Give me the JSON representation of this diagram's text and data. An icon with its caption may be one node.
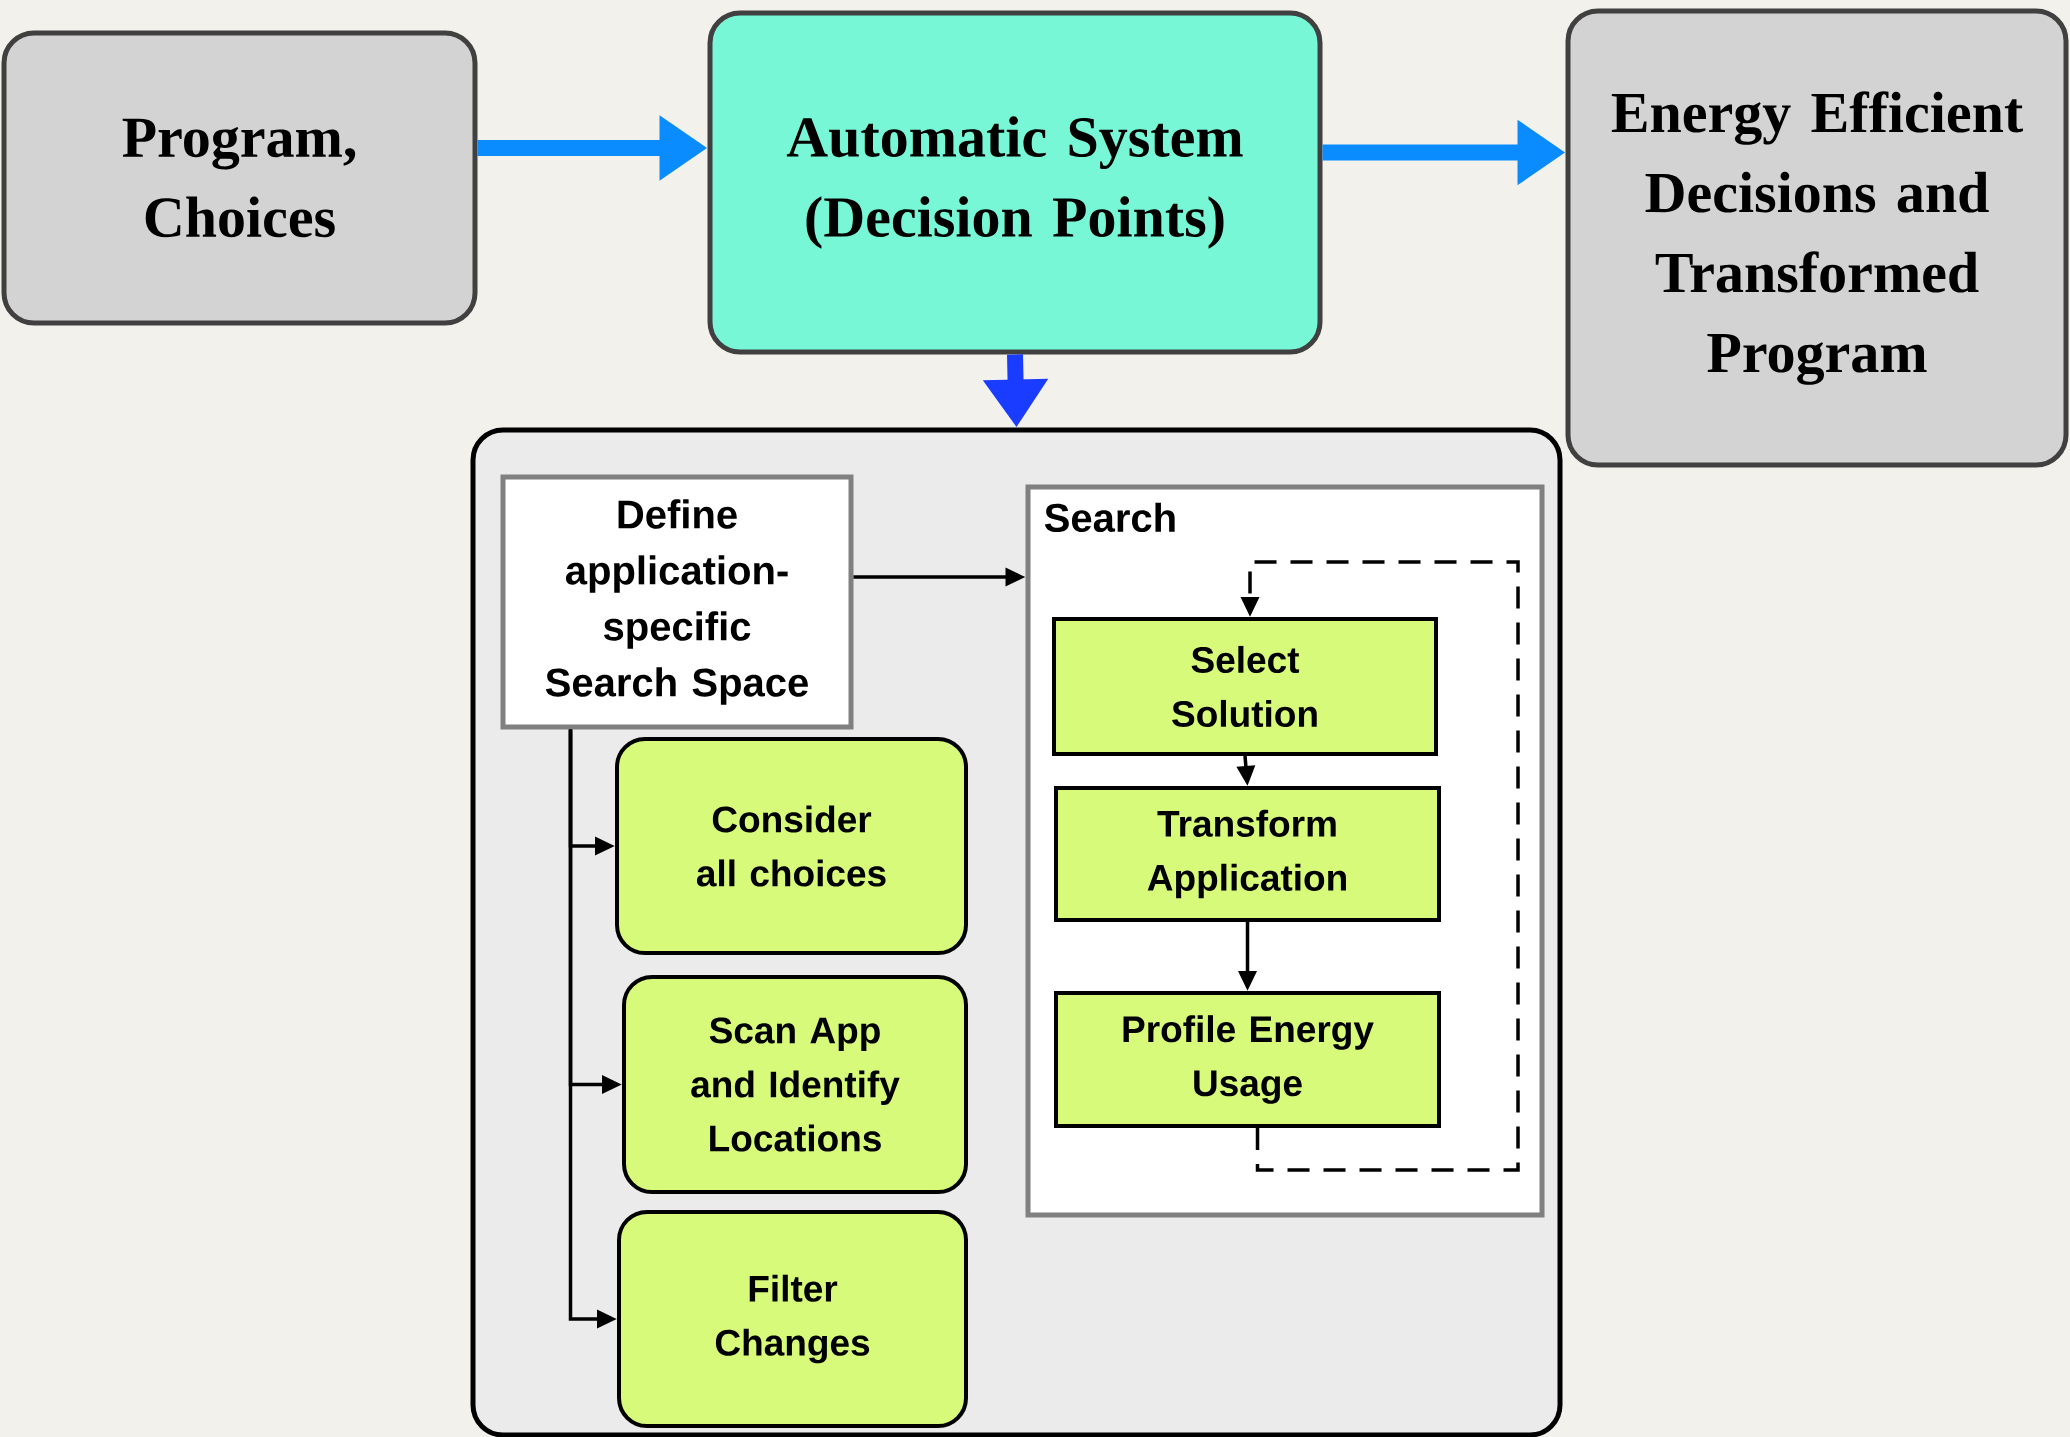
{
  "diagram": {
    "nodes": [
      {
        "text": [
          "Program, Choices"
        ]
      },
      {
        "text": [
          "Automatic System (Decision Points)"
        ]
      },
      {
        "text": [
          "Energy Efficient Decisions and Transformed Program"
        ]
      },
      {
        "text": [],
        "shape": "box"
      },
      {
        "text": [
          "Define application-specific Search Space"
        ],
        "in": 3
      },
      {
        "text": [
          "Search"
        ],
        "in": 3
      },
      {
        "text": [
          "Select Solution"
        ],
        "in": 5
      },
      {
        "text": [
          "Transform Application"
        ],
        "in": 5
      },
      {
        "text": [
          "Profile Energy Usage"
        ],
        "in": 5
      },
      {
        "text": [
          "Consider all choices"
        ],
        "in": 3
      },
      {
        "text": [
          "Scan App and Identify Locations"
        ],
        "in": 3
      },
      {
        "text": [
          "Filter Changes"
        ],
        "in": 3
      }
    ],
    "edges": [
      {
        "from": 0,
        "to": 1,
        "arrow": "to",
        "style": "thick",
        "color": "#0a8cff"
      },
      {
        "from": 1,
        "to": 2,
        "arrow": "to",
        "style": "thick",
        "color": "#0a8cff"
      },
      {
        "from": 1,
        "to": 3,
        "arrow": "to",
        "style": "thick",
        "color": "#1a3cff"
      },
      {
        "from": 4,
        "to": 5,
        "arrow": "to"
      },
      {
        "from": 4,
        "to": 9,
        "arrow": "to"
      },
      {
        "from": 4,
        "to": 10,
        "arrow": "to"
      },
      {
        "from": 4,
        "to": 11,
        "arrow": "to"
      },
      {
        "from": 6,
        "to": 7,
        "arrow": "to"
      },
      {
        "from": 7,
        "to": 8,
        "arrow": "to"
      },
      {
        "from": 8,
        "to": 6,
        "arrow": "to",
        "style": "dashed"
      }
    ]
  }
}
